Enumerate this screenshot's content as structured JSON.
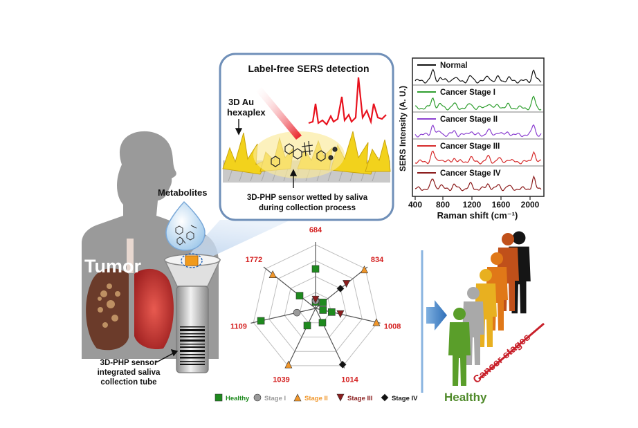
{
  "sers_box": {
    "title": "Label-free SERS detection",
    "hexaplex_line1": "3D Au",
    "hexaplex_line2": "hexaplex",
    "sensor_line1": "3D-PHP sensor wetted  by saliva",
    "sensor_line2": "during collection process"
  },
  "body_labels": {
    "metabolites": "Metabolites",
    "tumor": "Tumor",
    "tube_line1": "3D-PHP sensor",
    "tube_line2": "integrated saliva",
    "tube_line3": "collection tube"
  },
  "spectra_panel": {
    "ylabel": "SERS Intensity (A. U.)",
    "xlabel": "Raman shift (cm⁻¹)",
    "xticks": [
      "400",
      "800",
      "1200",
      "1600",
      "2000"
    ],
    "series": [
      {
        "name": "Normal",
        "color": "#111111"
      },
      {
        "name": "Cancer Stage I",
        "color": "#2e9e2e"
      },
      {
        "name": "Cancer Stage II",
        "color": "#8b3fd0"
      },
      {
        "name": "Cancer Stage III",
        "color": "#d62a2a"
      },
      {
        "name": "Cancer Stage IV",
        "color": "#8b1a1a"
      }
    ]
  },
  "radar": {
    "axes": [
      "684",
      "834",
      "1008",
      "1014",
      "1039",
      "1109",
      "1772"
    ],
    "legend": [
      {
        "name": "Healthy",
        "color": "#1e8a1e",
        "shape": "square"
      },
      {
        "name": "Stage I",
        "color": "#9a9a9a",
        "shape": "circle"
      },
      {
        "name": "Stage II",
        "color": "#f0962a",
        "shape": "triangle-up"
      },
      {
        "name": "Stage III",
        "color": "#8a1e1e",
        "shape": "triangle-down"
      },
      {
        "name": "Stage IV",
        "color": "#111111",
        "shape": "diamond"
      }
    ]
  },
  "staging": {
    "healthy_label": "Healthy",
    "stages_label": "Cancer stages",
    "person_colors": [
      "#5a9e2a",
      "#a9a9a9",
      "#e8b020",
      "#e07818",
      "#c0501a",
      "#151515"
    ]
  },
  "colors": {
    "laser": "#e8121e",
    "gold": "#f2d21c",
    "callout_border": "#6f8fb8",
    "arrow_blue": "#4d86c6",
    "silhouette": "#9a9a9a"
  }
}
